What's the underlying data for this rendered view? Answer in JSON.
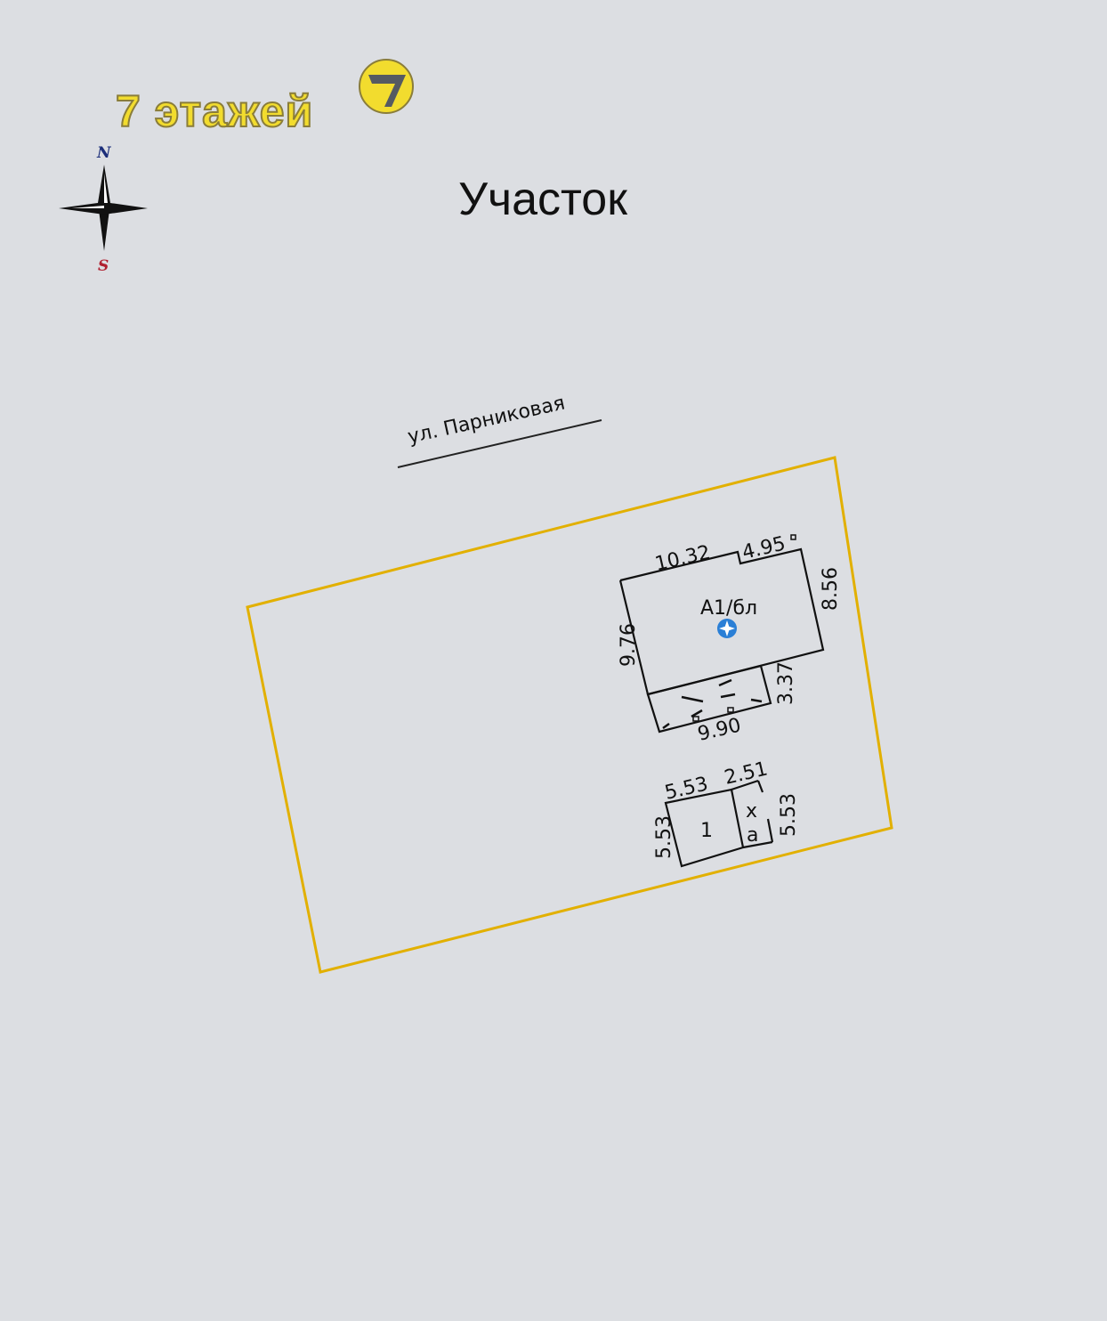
{
  "logo": {
    "text": "7 этажей",
    "badge": "7",
    "color": "#f2dc2e"
  },
  "title": "Участок",
  "compass": {
    "north": "N",
    "south": "S"
  },
  "street": "ул. Парниковая",
  "colors": {
    "boundary": "#e2b000",
    "marker": "#2a7fd6"
  },
  "building": {
    "label": "А1/бл",
    "dims": {
      "top_left": "10.32",
      "top_right": "4.95",
      "right": "8.56",
      "left": "9.76",
      "porch_side": "3.37",
      "porch_bottom": "9.90"
    }
  },
  "shed": {
    "label": "1",
    "sub_label": "х",
    "sub_label2": "а",
    "dims": {
      "top": "5.53",
      "top_ext": "2.51",
      "left": "5.53",
      "right": "5.53"
    }
  }
}
